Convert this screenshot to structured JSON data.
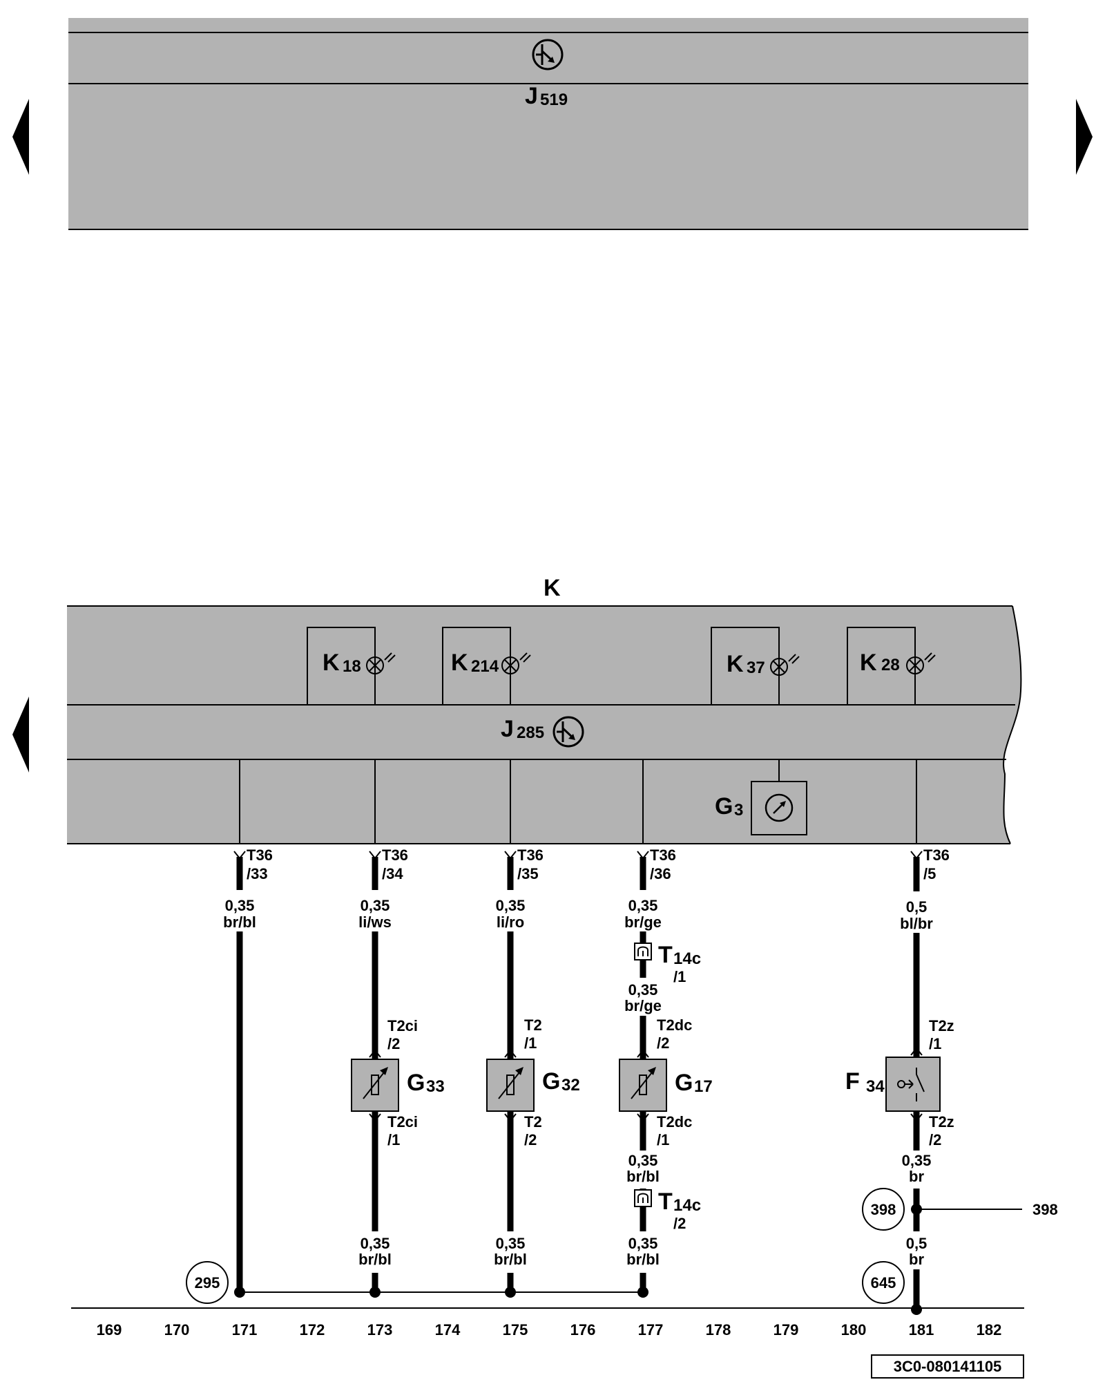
{
  "top_panel": {
    "component_main": "J",
    "component_sub": "519"
  },
  "lower_panel": {
    "title": "K",
    "lamps": [
      {
        "main": "K",
        "sub": "18"
      },
      {
        "main": "K",
        "sub": "214"
      },
      {
        "main": "K",
        "sub": "37"
      },
      {
        "main": "K",
        "sub": "28"
      }
    ],
    "control_unit": {
      "main": "J",
      "sub": "285"
    },
    "gauge": {
      "main": "G",
      "sub": "3"
    }
  },
  "wires": {
    "w171": {
      "pin_top": "T36",
      "pin_bot": "/33",
      "size": "0,35",
      "color": "br/bl"
    },
    "w173": {
      "pin_top": "T36",
      "pin_bot": "/34",
      "size": "0,35",
      "color": "li/ws",
      "conn_up_a": "T2ci",
      "conn_up_b": "/2",
      "conn_dn_a": "T2ci",
      "conn_dn_b": "/1",
      "size2": "0,35",
      "color2": "br/bl"
    },
    "w175": {
      "pin_top": "T36",
      "pin_bot": "/35",
      "size": "0,35",
      "color": "li/ro",
      "conn_up_a": "T2",
      "conn_up_b": "/1",
      "conn_dn_a": "T2",
      "conn_dn_b": "/2",
      "size2": "0,35",
      "color2": "br/bl"
    },
    "w177": {
      "pin_top": "T36",
      "pin_bot": "/36",
      "size": "0,35",
      "color": "br/ge",
      "t14_1_main": "T",
      "t14_1_sub": "14c",
      "t14_1_pin": "/1",
      "size_b": "0,35",
      "color_b": "br/ge",
      "conn_up_a": "T2dc",
      "conn_up_b": "/2",
      "conn_dn_a": "T2dc",
      "conn_dn_b": "/1",
      "size_c": "0,35",
      "color_c": "br/bl",
      "t14_2_main": "T",
      "t14_2_sub": "14c",
      "t14_2_pin": "/2",
      "size_d": "0,35",
      "color_d": "br/bl"
    },
    "w181": {
      "pin_top": "T36",
      "pin_bot": "/5",
      "size": "0,5",
      "color": "bl/br",
      "conn_up_a": "T2z",
      "conn_up_b": "/1",
      "conn_dn_a": "T2z",
      "conn_dn_b": "/2",
      "size_b": "0,35",
      "color_b": "br",
      "size_c": "0,5",
      "color_c": "br"
    }
  },
  "sensors": [
    {
      "main": "G",
      "sub": "33"
    },
    {
      "main": "G",
      "sub": "32"
    },
    {
      "main": "G",
      "sub": "17"
    },
    {
      "main": "F",
      "sub": "34"
    }
  ],
  "nodes": {
    "ground_295": "295",
    "ref_398": "398",
    "ref_398_right": "398",
    "ground_645": "645"
  },
  "track_numbers": [
    "169",
    "170",
    "171",
    "172",
    "173",
    "174",
    "175",
    "176",
    "177",
    "178",
    "179",
    "180",
    "181",
    "182"
  ],
  "doc_ref": "3C0-080141105"
}
